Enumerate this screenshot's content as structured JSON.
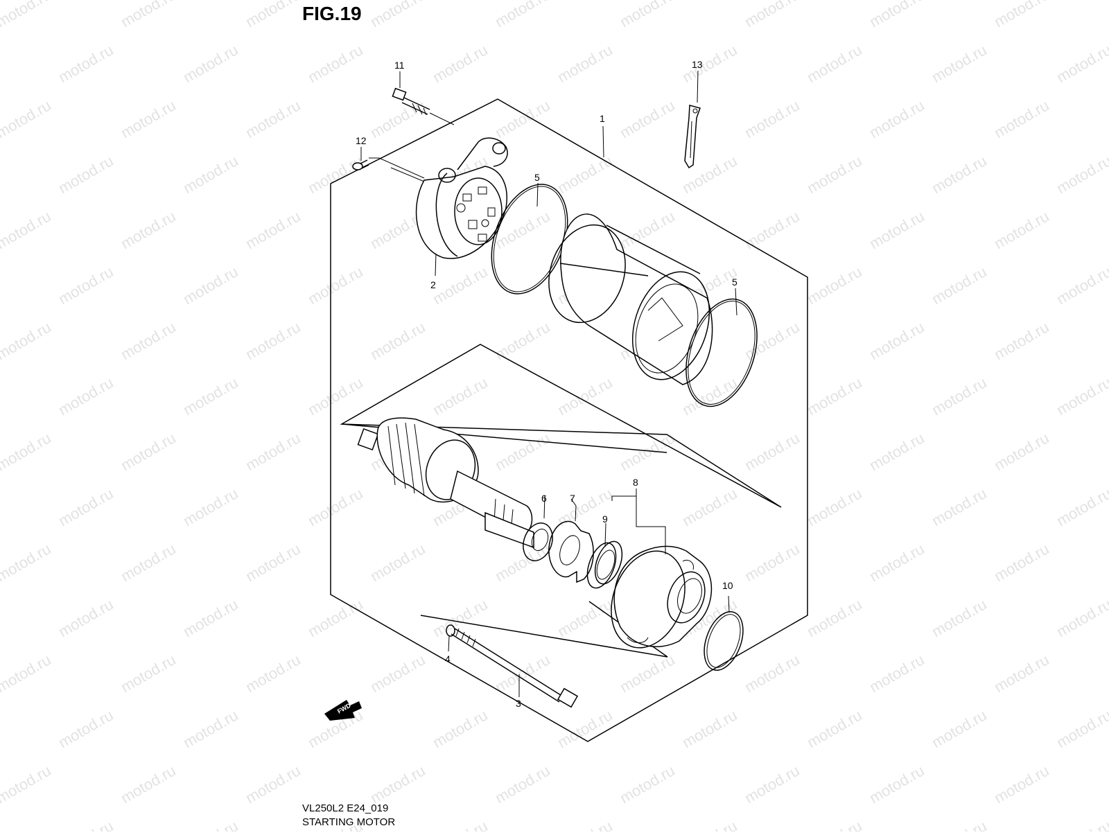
{
  "figure": {
    "title": "FIG.19",
    "code": "VL250L2 E24_019",
    "name": "STARTING MOTOR"
  },
  "watermark": {
    "text": "motod.ru"
  },
  "orientation": {
    "label": "FWD"
  },
  "parts": [
    {
      "id": "starter-motor-assembly",
      "number": "1"
    },
    {
      "id": "brush-holder-cover",
      "number": "2"
    },
    {
      "id": "housing-bolt",
      "number": "3"
    },
    {
      "id": "bolt-o-ring",
      "number": "4"
    },
    {
      "id": "yoke-o-ring-top",
      "number": "5"
    },
    {
      "id": "yoke-o-ring-bottom",
      "number": "5"
    },
    {
      "id": "thrust-washer",
      "number": "6"
    },
    {
      "id": "lock-washer",
      "number": "7"
    },
    {
      "id": "end-housing-set",
      "number": "8"
    },
    {
      "id": "oil-seal",
      "number": "9"
    },
    {
      "id": "mount-o-ring",
      "number": "10"
    },
    {
      "id": "flange-bolt",
      "number": "11"
    },
    {
      "id": "small-screw",
      "number": "12"
    },
    {
      "id": "ground-lead-bracket",
      "number": "13"
    }
  ]
}
